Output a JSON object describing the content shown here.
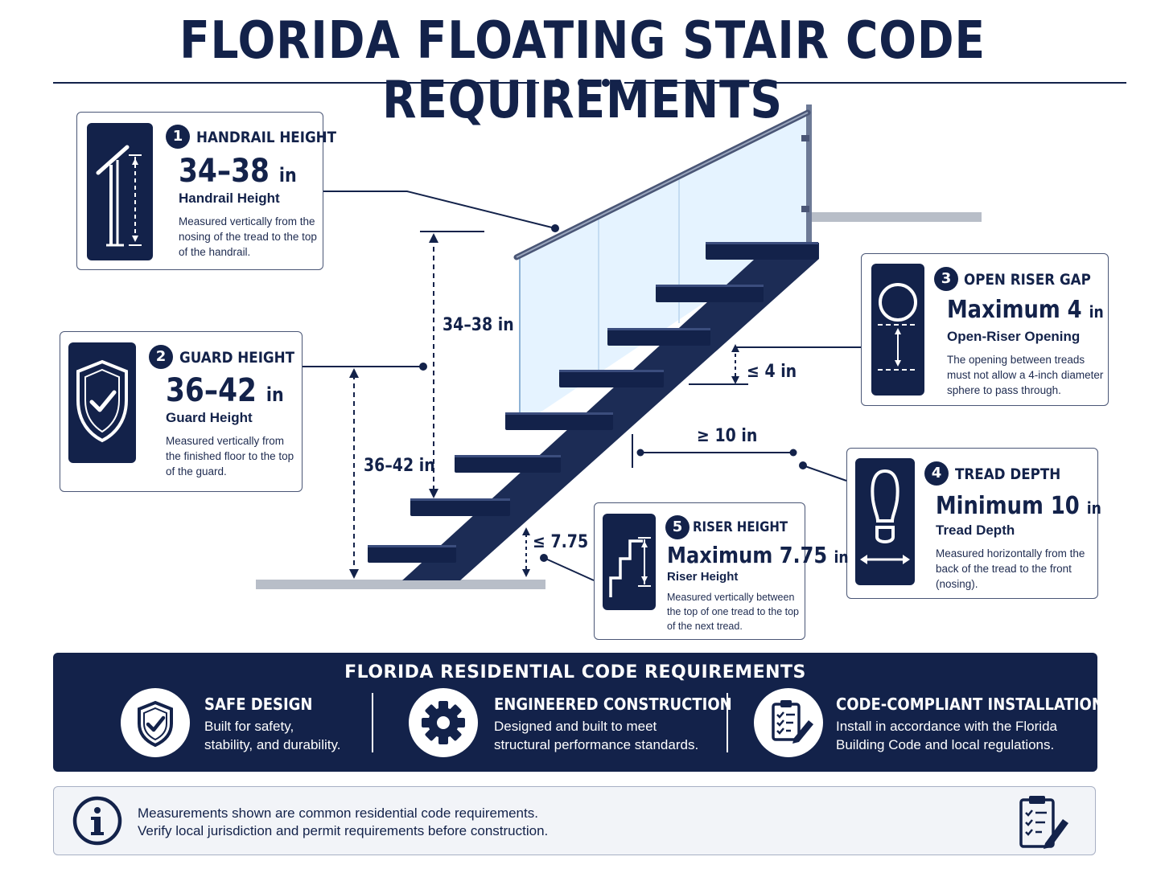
{
  "title": "FLORIDA FLOATING STAIR CODE REQUIREMENTS",
  "cards": [
    {
      "number": "1",
      "heading": "HANDRAIL HEIGHT",
      "value": "34–38",
      "unit": "in",
      "subtitle": "Handrail Height",
      "description": "Measured vertically from the nosing of the tread to the top of the handrail."
    },
    {
      "number": "2",
      "heading": "GUARD HEIGHT",
      "value": "36–42",
      "unit": "in",
      "subtitle": "Guard Height",
      "description": "Measured vertically from the finished floor to the top of the guard."
    },
    {
      "number": "3",
      "heading": "OPEN RISER GAP",
      "value": "Maximum 4",
      "unit": "in",
      "subtitle": "Open-Riser Opening",
      "description": "The opening between treads must not allow a 4-inch diameter sphere to pass through."
    },
    {
      "number": "4",
      "heading": "TREAD DEPTH",
      "value": "Minimum 10",
      "unit": "in",
      "subtitle": "Tread Depth",
      "description": "Measured horizontally from the back of the tread to the front (nosing)."
    },
    {
      "number": "5",
      "heading": "RISER HEIGHT",
      "value": "Maximum 7.75",
      "unit": "in",
      "subtitle": "Riser Height",
      "description": "Measured vertically between the top of one tread to the top of the next tread."
    }
  ],
  "dimensions": {
    "handrail": "34–38 in",
    "guard": "36–42 in",
    "open_riser": "≤ 4 in",
    "tread": "≥ 10 in",
    "riser": "≤ 7.75 in"
  },
  "banner": {
    "title": "FLORIDA RESIDENTIAL CODE REQUIREMENTS",
    "items": [
      {
        "title": "SAFE DESIGN",
        "line1": "Built for safety,",
        "line2": "stability, and durability.",
        "icon": "shield-check-icon"
      },
      {
        "title": "ENGINEERED CONSTRUCTION",
        "line1": "Designed and built to meet",
        "line2": "structural performance standards.",
        "icon": "gear-icon"
      },
      {
        "title": "CODE-COMPLIANT INSTALLATION",
        "line1": "Install in accordance with the Florida",
        "line2": "Building Code and local regulations.",
        "icon": "clipboard-check-icon"
      }
    ]
  },
  "footer": {
    "line1": "Measurements shown are common residential code requirements.",
    "line2": "Verify local jurisdiction and permit requirements before construction.",
    "icons": [
      "info-icon",
      "clipboard-pencil-icon"
    ]
  },
  "colors": {
    "navy": "#13224a",
    "glass": "#dcefff",
    "floor": "#b8bec8"
  }
}
